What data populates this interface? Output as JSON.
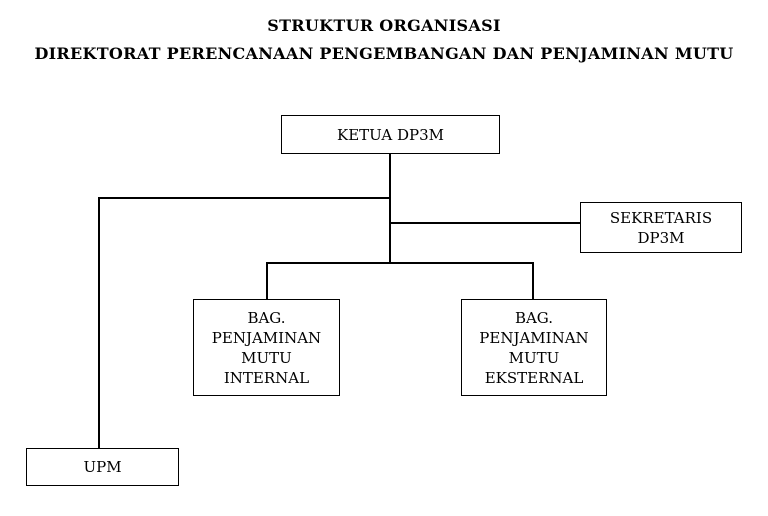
{
  "header": {
    "title_line1": "STRUKTUR ORGANISASI",
    "title_line2": "DIREKTORAT PERENCANAAN PENGEMBANGAN DAN PENJAMINAN MUTU"
  },
  "org_chart": {
    "head": {
      "label": "KETUA DP3M"
    },
    "secretary": {
      "lines": [
        "SEKRETARIS",
        "DP3M"
      ]
    },
    "internal_qa": {
      "lines": [
        "BAG.",
        "PENJAMINAN",
        "MUTU",
        "INTERNAL"
      ]
    },
    "external_qa": {
      "lines": [
        "BAG.",
        "PENJAMINAN",
        "MUTU",
        "EKSTERNAL"
      ]
    },
    "upm": {
      "label": "UPM"
    }
  },
  "colors": {
    "line": "#000000",
    "background": "#ffffff"
  }
}
